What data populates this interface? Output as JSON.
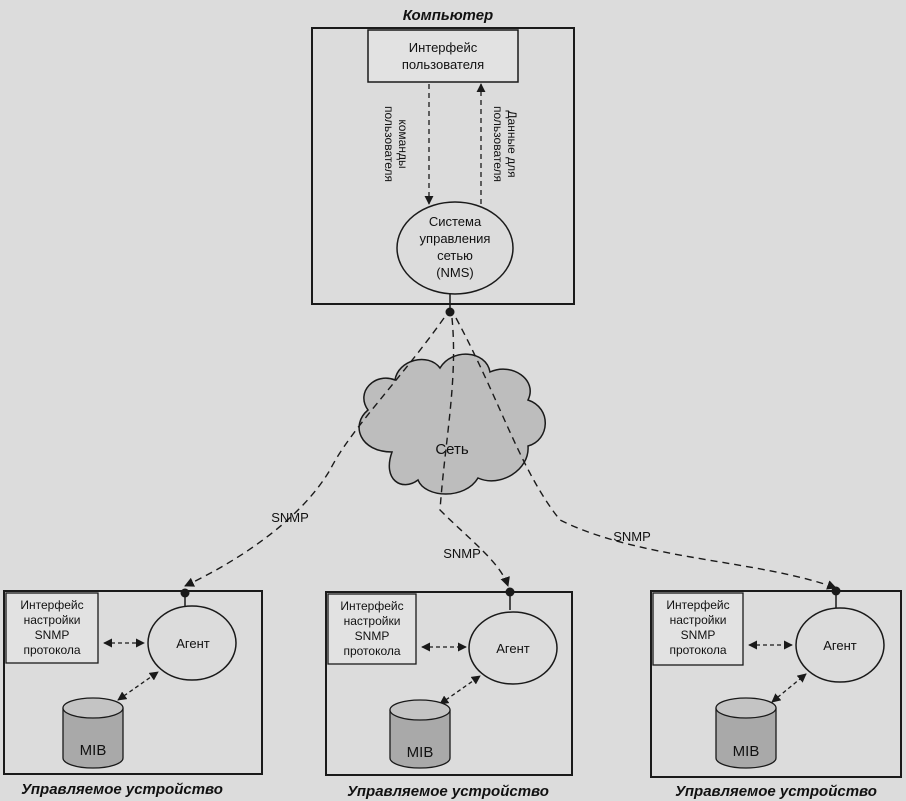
{
  "computer": {
    "title": "Компьютер",
    "ui_box": [
      "Интерфейс",
      "пользователя"
    ],
    "commands_label": [
      "команды",
      "пользователя"
    ],
    "data_label": [
      "Данные для",
      "пользователя"
    ],
    "nms": [
      "Система",
      "управления",
      "сетью",
      "(NMS)"
    ]
  },
  "network": {
    "label": "Сеть"
  },
  "protocol_labels": {
    "left": "SNMP",
    "middle": "SNMP",
    "right": "SNMP"
  },
  "devices": [
    {
      "config": [
        "Интерфейс",
        "настройки",
        "SNMP",
        "протокола"
      ],
      "agent": "Агент",
      "mib": "MIB",
      "caption": "Управляемое устройство"
    },
    {
      "config": [
        "Интерфейс",
        "настройки",
        "SNMP",
        "протокола"
      ],
      "agent": "Агент",
      "mib": "MIB",
      "caption": "Управляемое устройство"
    },
    {
      "config": [
        "Интерфейс",
        "настройки",
        "SNMP",
        "протокола"
      ],
      "agent": "Агент",
      "mib": "MIB",
      "caption": "Управляемое устройство"
    }
  ],
  "colors": {
    "background": "#dcdcdc",
    "stroke": "#1a1a1a",
    "cloud_fill": "#bdbdbd",
    "cylinder_fill": "#a9a9a9"
  }
}
